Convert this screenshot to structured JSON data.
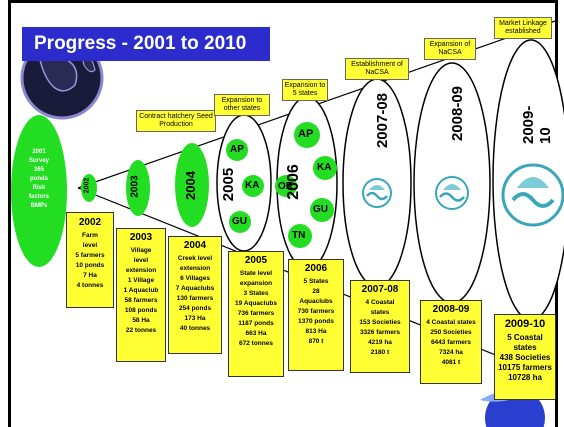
{
  "title": "Progress - 2001 to 2010",
  "colors": {
    "title_bg": "#2c2ccc",
    "green": "#22dd22",
    "yellow": "#ffff33",
    "line": "#000000"
  },
  "start_oval": {
    "lines": [
      "2001",
      "Survey",
      "365",
      "ponds",
      "Risk",
      "factors",
      "BMPs"
    ]
  },
  "callouts": {
    "c2004": "Contract hatchery Seed Production",
    "c2005": "Expansion to other states",
    "c2006": "Expansion to 5 states",
    "c2007": "Establishment of NaCSA",
    "c2008": "Expansion of NaCSA",
    "c2009": "Market Linkage established"
  },
  "ovals": {
    "y2002": "2002",
    "y2003": "2003",
    "y2004": "2004",
    "y2005": "2005",
    "y2006": "2006",
    "y2007": "2007-08",
    "y2008": "2008-09",
    "y2009": "2009-10"
  },
  "states_2005": [
    "AP",
    "KA",
    "GU"
  ],
  "states_2006": [
    "AP",
    "OR",
    "KA",
    "GU",
    "TN"
  ],
  "boxes": {
    "b2002": {
      "year": "2002",
      "lines": [
        "Farm",
        "level",
        "5 farmers",
        "10 ponds",
        "7 Ha",
        "4 tonnes"
      ]
    },
    "b2003": {
      "year": "2003",
      "lines": [
        "Village",
        "level",
        "extension",
        "1 Village",
        "1 Aquaclub",
        "58 farmers",
        "108 ponds",
        "58 Ha",
        "22 tonnes"
      ]
    },
    "b2004": {
      "year": "2004",
      "lines": [
        "Creek level",
        "extension",
        "6 Villages",
        "7 Aquaclubs",
        "130 farmers",
        "254 ponds",
        "173 Ha",
        "40 tonnes"
      ]
    },
    "b2005": {
      "year": "2005",
      "lines": [
        "State level",
        "expansion",
        "3 States",
        "19 Aquaclubs",
        "736 farmers",
        "1187 ponds",
        "663 Ha",
        "672 tonnes"
      ]
    },
    "b2006": {
      "year": "2006",
      "lines": [
        "5 States",
        "28",
        "Aquaclubs",
        "730 farmers",
        "1370 ponds",
        "813 Ha",
        "870 t"
      ]
    },
    "b2007": {
      "year": "2007-08",
      "lines": [
        "4 Coastal",
        "states",
        "153 Societies",
        "3326 farmers",
        "4219 ha",
        "2180 t"
      ]
    },
    "b2008": {
      "year": "2008-09",
      "lines": [
        "4 Coastal states",
        "250 Societies",
        "6443 farmers",
        "7324 ha",
        "4081 t"
      ]
    },
    "b2009": {
      "year": "2009-10",
      "lines": [
        "5 Coastal",
        "states",
        "438 Societies",
        "10175 farmers",
        "10728 ha"
      ]
    }
  }
}
